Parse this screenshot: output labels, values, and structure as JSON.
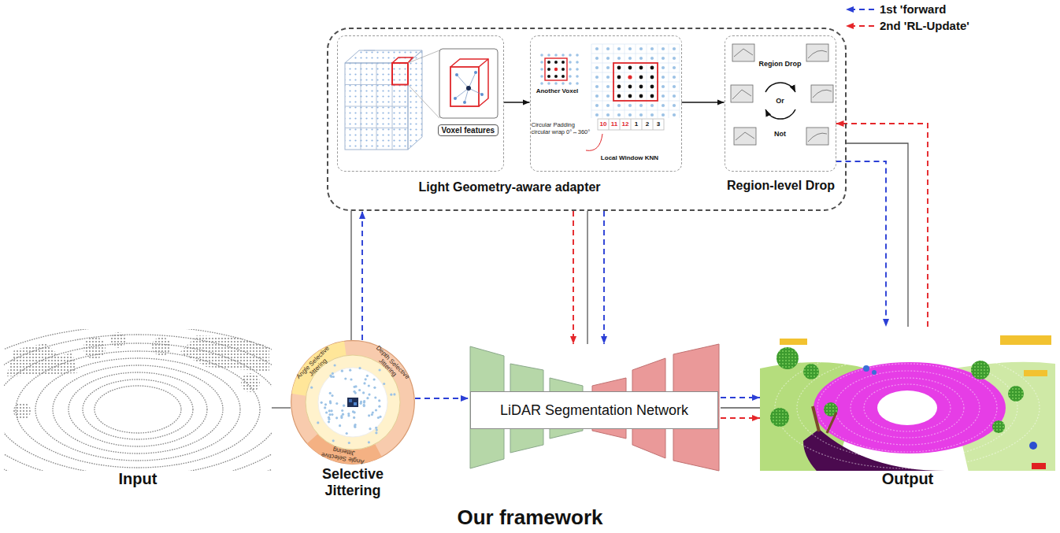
{
  "diagram": {
    "caption": "Our framework",
    "nodes": [
      {
        "text": [
          "Light Geometry-aware adapter"
        ]
      },
      {
        "text": [
          "Voxel features"
        ],
        "in": 0
      },
      {
        "text": [
          "Another Voxel",
          "Circular Padding circular wrap 0°↔360°",
          "Local Window KNN"
        ],
        "in": 0
      },
      {
        "text": [
          "Region-level Drop",
          "Region Drop",
          "Or",
          "Not"
        ],
        "in": 0
      },
      {
        "text": [
          "Input"
        ]
      },
      {
        "text": [
          "Angle Selective Jittering",
          "Depth Selective Jittering",
          "Angle Selective Jittering",
          "Selective Jittering"
        ]
      },
      {
        "text": [
          "LiDAR Segmentation Network"
        ]
      },
      {
        "text": [
          "Output"
        ]
      }
    ],
    "edges": [
      {
        "from": 4,
        "to": 5,
        "arrow": "none"
      },
      {
        "from": 5,
        "to": 6,
        "arrow": "to"
      },
      {
        "from": 5,
        "to": 0,
        "arrow": "none"
      },
      {
        "from": 5,
        "to": 0,
        "arrow": "to"
      },
      {
        "from": 0,
        "to": 6,
        "arrow": "none"
      },
      {
        "from": 0,
        "to": 6,
        "arrow": "to"
      },
      {
        "from": 0,
        "to": 6,
        "arrow": "to"
      },
      {
        "from": 6,
        "to": 7,
        "arrow": "none"
      },
      {
        "from": 6,
        "to": 7,
        "arrow": "to"
      },
      {
        "from": 6,
        "to": 7,
        "arrow": "to"
      },
      {
        "from": 3,
        "to": 7,
        "arrow": "to"
      },
      {
        "from": 7,
        "to": 3,
        "arrow": "to"
      },
      {
        "from": 7,
        "to": 0,
        "arrow": "none"
      },
      {
        "from": 1,
        "to": 2,
        "arrow": "to"
      },
      {
        "from": 2,
        "to": 3,
        "arrow": "to"
      }
    ],
    "labels": [
      "10",
      "11",
      "12",
      "1",
      "2",
      "3"
    ],
    "legend": [
      {
        "text": "1st 'forward"
      },
      {
        "text": "2nd 'RL-Update'"
      }
    ]
  }
}
